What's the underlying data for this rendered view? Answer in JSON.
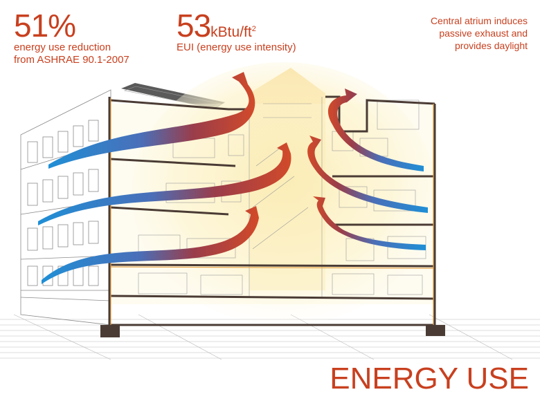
{
  "stats": {
    "reduction": {
      "value": "51%",
      "line1": "energy use reduction",
      "line2": "from ASHRAE 90.1-2007"
    },
    "eui": {
      "value": "53",
      "unit": "kBtu/ft",
      "unit_sup": "2",
      "label": "EUI (energy use intensity)"
    }
  },
  "note": {
    "line1": "Central atrium induces",
    "line2": "passive exhaust and",
    "line3": "provides daylight"
  },
  "title": "ENERGY USE",
  "colors": {
    "accent": "#c8401f",
    "exhaust_arrow": "#d24a2a",
    "intake_arrow": "#2a93d4",
    "atrium_glow": "#fbe9a6",
    "slab": "#4a3b34"
  },
  "icons": {
    "arrow": "airflow-arrow-icon"
  }
}
